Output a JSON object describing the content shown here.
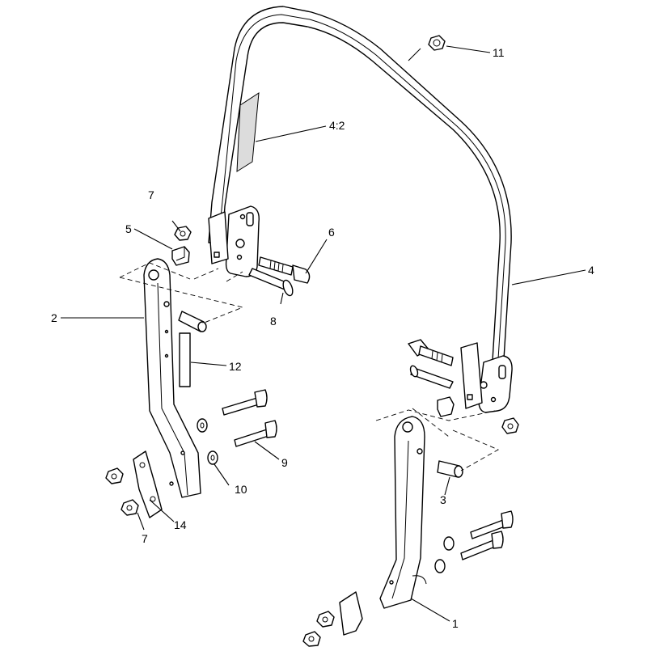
{
  "callouts": {
    "c1": "1",
    "c2": "2",
    "c3": "3",
    "c4": "4",
    "c4_2": "4:2",
    "c5": "5",
    "c6": "6",
    "c7_top": "7",
    "c7_bottom": "7",
    "c8": "8",
    "c9": "9",
    "c10": "10",
    "c11": "11",
    "c12": "12",
    "c14": "14"
  }
}
